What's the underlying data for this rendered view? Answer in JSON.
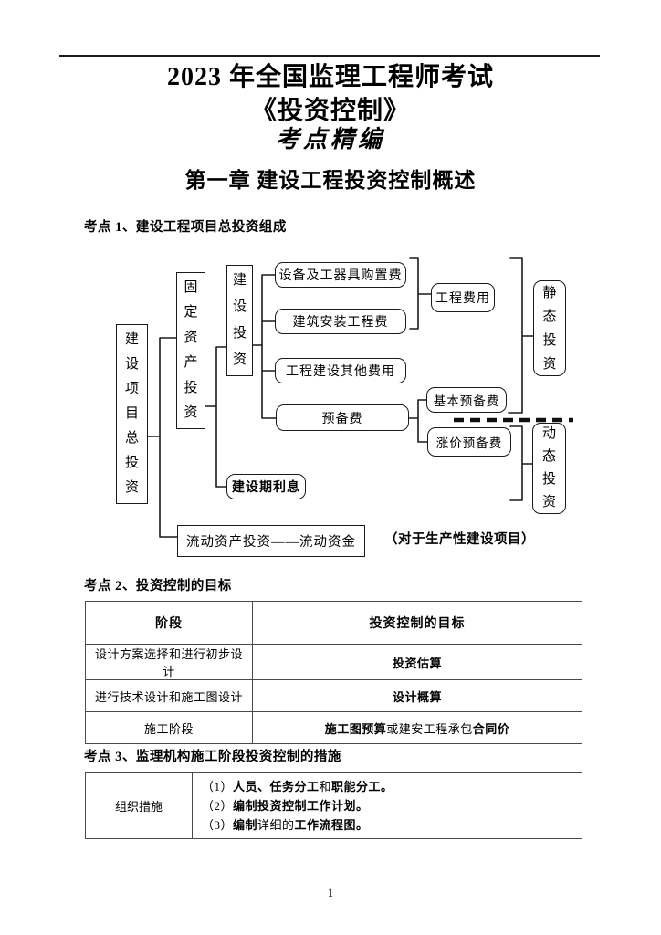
{
  "header": {
    "title_line1": "2023 年全国监理工程师考试",
    "title_line2": "《投资控制》",
    "title_line3": "考点精编",
    "chapter_title": "第一章 建设工程投资控制概述"
  },
  "sections": {
    "kaodian1_heading": "考点 1、建设工程项目总投资组成",
    "kaodian2_heading": "考点 2、投资控制的目标",
    "kaodian3_heading": "考点 3、监理机构施工阶段投资控制的措施"
  },
  "diagram": {
    "nodes": {
      "total_investment": "建设项目总投资",
      "fixed_asset": "固定资产投资",
      "construction_investment": "建设投资",
      "equipment_fee": "设备及工器具购置费",
      "installation_fee": "建筑安装工程费",
      "other_fee": "工程建设其他费用",
      "reserve_fee": "预备费",
      "engineering_cost": "工程费用",
      "basic_reserve": "基本预备费",
      "price_reserve": "涨价预备费",
      "static_investment": "静态投资",
      "dynamic_investment": "动态投资",
      "construction_interest": "建设期利息",
      "working_capital": "流动资产投资——流动资金"
    },
    "caption": "（对于生产性建设项目）"
  },
  "table_goals": {
    "headers": [
      "阶段",
      "投资控制的目标"
    ],
    "rows": [
      {
        "stage": "设计方案选择和进行初步设计",
        "goal": [
          {
            "t": "投资估算",
            "b": true
          }
        ]
      },
      {
        "stage": "进行技术设计和施工图设计",
        "goal": [
          {
            "t": "设计概算",
            "b": true
          }
        ]
      },
      {
        "stage": "施工阶段",
        "goal": [
          {
            "t": "施工图预算",
            "b": true
          },
          {
            "t": "或建安工程承包",
            "b": false
          },
          {
            "t": "合同价",
            "b": true
          }
        ]
      }
    ]
  },
  "table_measures": {
    "row_label": "组织措施",
    "items": [
      [
        {
          "t": "（1）",
          "b": false
        },
        {
          "t": "人员、任务分工",
          "b": true
        },
        {
          "t": "和",
          "b": false
        },
        {
          "t": "职能分工。",
          "b": true
        }
      ],
      [
        {
          "t": "（2）",
          "b": false
        },
        {
          "t": "编制投资控制工作计划。",
          "b": true
        }
      ],
      [
        {
          "t": "（3）",
          "b": false
        },
        {
          "t": "编制",
          "b": true
        },
        {
          "t": "详细的",
          "b": false
        },
        {
          "t": "工作流程图。",
          "b": true
        }
      ]
    ]
  },
  "footer": {
    "page_number": "1"
  }
}
